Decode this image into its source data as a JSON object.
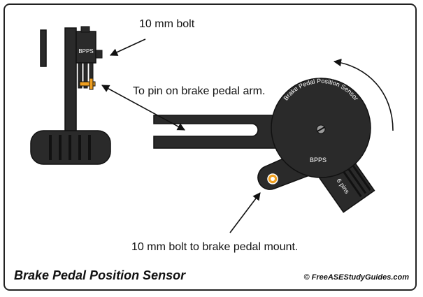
{
  "labels": {
    "bolt_top": "10 mm bolt",
    "pin": "To pin on brake pedal arm.",
    "bolt_mount": "10 mm bolt to brake pedal mount.",
    "sensor_arc": "Brake Pedal Position Sensor",
    "sensor_body": "BPPS",
    "sensor_small": "BPPS",
    "connector": "6 pins"
  },
  "caption": "Brake Pedal Position Sensor",
  "credit": "© FreeASEStudyGuides.com",
  "colors": {
    "part_dark": "#2a2a2a",
    "part_outline": "#111111",
    "accent_orange": "#f0a020",
    "frame": "#222222"
  }
}
